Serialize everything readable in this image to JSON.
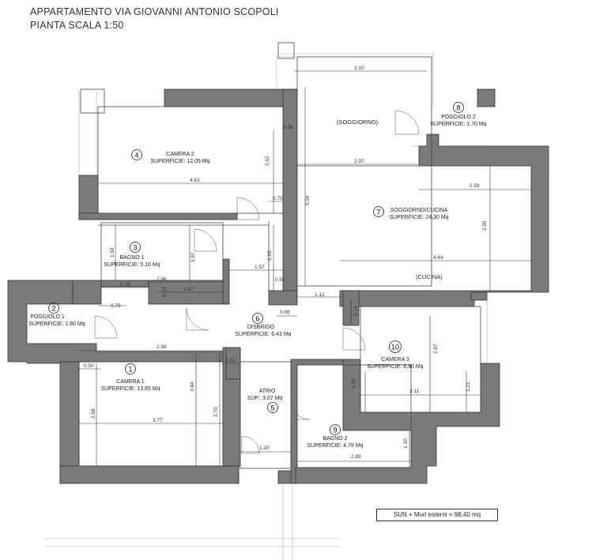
{
  "title_line1": "APPARTAMENTO VIA GIOVANNI ANTONIO SCOPOLI",
  "title_line2": "PIANTA SCALA 1:50",
  "summary": "SUN + Muri esterni = 98,40 mq",
  "rooms": [
    {
      "number": "1",
      "name": "CAMERA 1",
      "area": "SUPERFICIE: 13.65 Mq"
    },
    {
      "number": "2",
      "name": "POGGIOLO 1",
      "area": "SUPERFICIE: 1.80 Mq"
    },
    {
      "number": "3",
      "name": "BAGNO 1",
      "area": "SUPERFICIE: 5.10 Mq"
    },
    {
      "number": "4",
      "name": "CAMERA 2",
      "area": "SUPERFICIE: 12.05 Mq"
    },
    {
      "number": "5",
      "name": "ATRIO",
      "area": "SUP.: 3.07 Mq"
    },
    {
      "number": "6",
      "name": "DISBRIGO",
      "area": "SUPERFICIE: 6.43 Mq"
    },
    {
      "number": "7",
      "name": "SOGGIORNO/CUCINA",
      "area": "SUPERFICIE: 24,30 Mq"
    },
    {
      "number": "8",
      "name": "POGGIOLO 2",
      "area": "SUPERFICIE: 1.70 Mq"
    },
    {
      "number": "9",
      "name": "BAGNO 2",
      "area": "SUPERFICIE: 4.78 Mq"
    },
    {
      "number": "10",
      "name": "CAMERA 3",
      "area": "SUPERFICIE: 8,90 Mq"
    }
  ],
  "zone_labels": {
    "soggiorno": "(SOGGIORNO)",
    "cucina": "(CUCINA)"
  },
  "dimensions": {
    "d310": "3.10",
    "d028": "0.28",
    "d262": "2.62",
    "d463": "4.63",
    "d070": "0.70",
    "d504": "5.04",
    "d297": "2.97",
    "d259": "2.59",
    "d295": "2.95",
    "d444": "4.44",
    "d156": "1.56",
    "d187": "1.87",
    "d163": "1.63",
    "d157": "1.57",
    "d056": "0.56",
    "d128": "1.28",
    "d296a": "2.96",
    "d167": "1.67",
    "d032": "0.32",
    "d079": "0.79",
    "d066": "0.66",
    "d112": "1.12",
    "d074": "0.74",
    "d296b": "2.96",
    "d050": "0.50",
    "d031": "0.31",
    "d384": "3.84",
    "d270": "2.70",
    "d258": "2.58",
    "d377": "3.77",
    "d287": "2.87",
    "d135": "1.35",
    "d311": "3.11",
    "d121": "1.21",
    "d110": "1.10",
    "d120": "1.20",
    "d289": "2.89"
  }
}
